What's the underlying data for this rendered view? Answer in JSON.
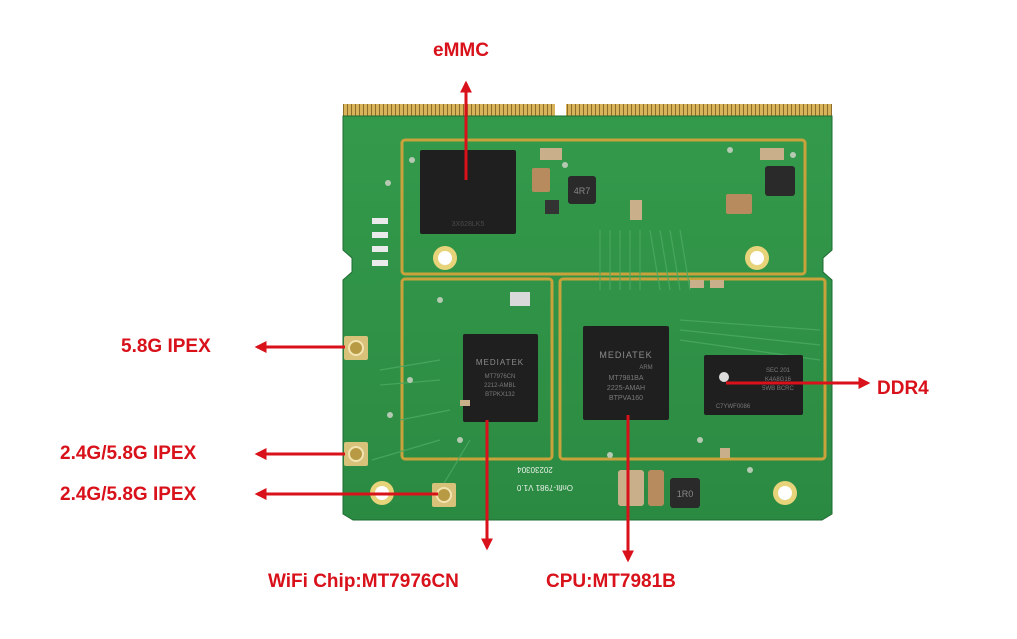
{
  "colors": {
    "annotation": "#d8111a",
    "pcb": "#2f8f45",
    "pcb_dark": "#23703a",
    "trace_gold": "#c9a23c",
    "chip": "#1f1f1f"
  },
  "labels": {
    "emmc": "eMMC",
    "ipex_58": "5.8G IPEX",
    "ipex_24_58_a": "2.4G/5.8G IPEX",
    "ipex_24_58_b": "2.4G/5.8G IPEX",
    "ddr4": "DDR4",
    "wifi_chip": "WiFi Chip:MT7976CN",
    "cpu": "CPU:MT7981B"
  },
  "board_text": {
    "wifi_chip_brand": "MEDIATEK",
    "wifi_chip_lines": [
      "MT7976CN",
      "2212-AMBL",
      "BTPKX132"
    ],
    "cpu_brand": "MEDIATEK",
    "cpu_arm": "ARM",
    "cpu_lines": [
      "MT7981BA",
      "2225-AMAH",
      "BTPVA160"
    ],
    "emmc_marking": "3X628LK5",
    "ddr_lines": [
      "SEC 201",
      "K4A8G16",
      "5WB BCRC"
    ],
    "ddr_bottom": "C7YWF0086",
    "silkscreen_date": "20230304",
    "silkscreen_ver": "Onfit-7981 V1.0",
    "inductor_mark": "4R7",
    "inductor_mark_2": "1R0"
  },
  "icons": {
    "ipex_connector": "ipex-connector-icon",
    "arrow": "arrow-icon"
  }
}
